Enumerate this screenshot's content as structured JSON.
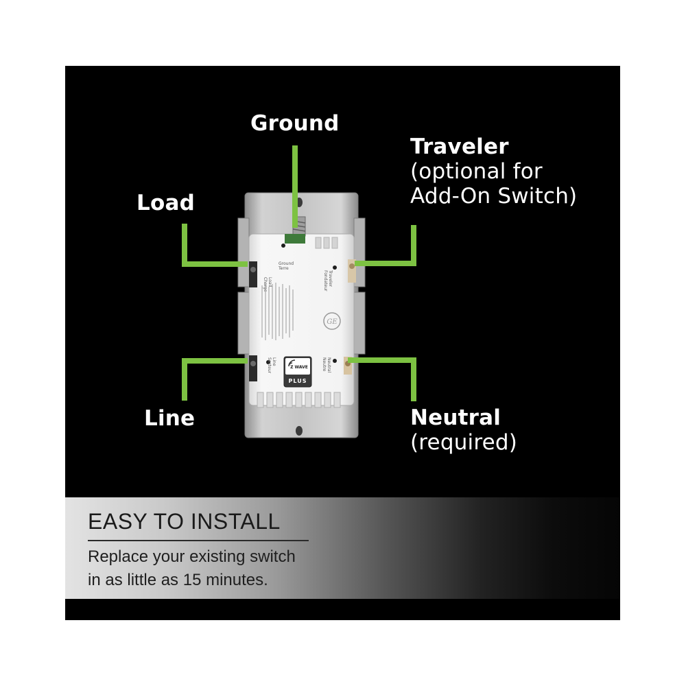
{
  "labels": {
    "ground": "Ground",
    "load": "Load",
    "line": "Line",
    "traveler": "Traveler",
    "traveler_note_1": "(optional for",
    "traveler_note_2": "Add-On Switch)",
    "neutral": "Neutral",
    "neutral_note": "(required)"
  },
  "device_text": {
    "ground_terminal": "Ground",
    "ground_terminal_fr": "Terre",
    "load_terminal": "Load",
    "load_terminal_fr": "Charge",
    "traveler_terminal": "Traveler",
    "traveler_terminal_fr": "Fondateur",
    "line_terminal": "Line",
    "line_terminal_fr": "Secteur",
    "neutral_terminal": "Neutral",
    "neutral_terminal_fr": "Neutre",
    "zwave_top": "Z WAVE",
    "zwave_bottom": "PLUS"
  },
  "banner": {
    "title": "EASY TO INSTALL",
    "line1": "Replace your existing switch",
    "line2": "in as little as 15 minutes."
  },
  "colors": {
    "background": "#000000",
    "leader": "#7dc242",
    "plate": "#bdbdbd",
    "device": "#f4f4f4"
  }
}
